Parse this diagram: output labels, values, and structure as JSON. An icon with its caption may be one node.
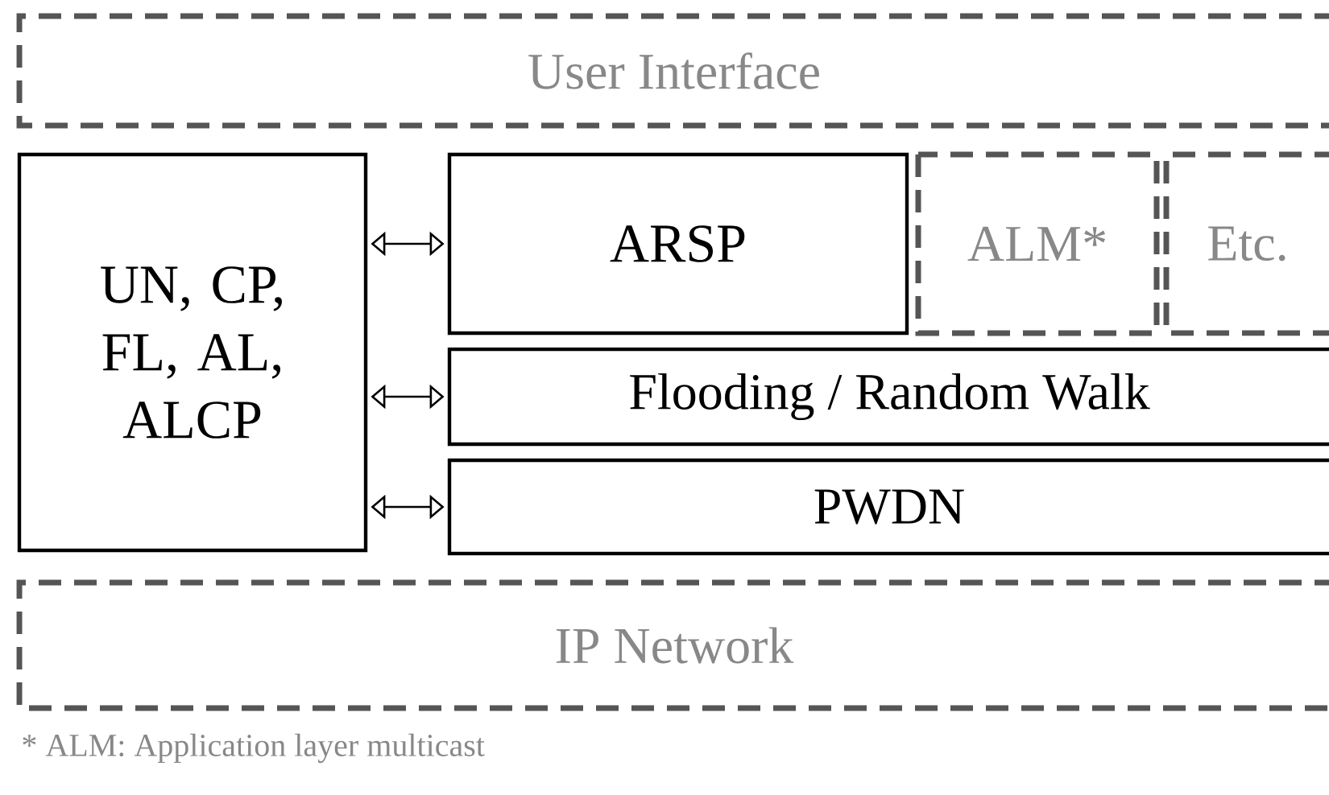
{
  "diagram": {
    "nodes": [
      {
        "text": [
          "User Interface"
        ]
      },
      {
        "text": [
          "UN, CP, FL, AL, ALCP"
        ]
      },
      {
        "text": [
          "ARSP"
        ]
      },
      {
        "text": [
          "ALM*"
        ]
      },
      {
        "text": [
          "Etc."
        ]
      },
      {
        "text": [
          "Flooding / Random Walk"
        ]
      },
      {
        "text": [
          "PWDN"
        ]
      },
      {
        "text": [
          "IP Network"
        ]
      }
    ],
    "edges": [
      {
        "from": 1,
        "to": 2,
        "arrow": "both"
      },
      {
        "from": 1,
        "to": 5,
        "arrow": "both"
      },
      {
        "from": 1,
        "to": 6,
        "arrow": "both"
      }
    ],
    "labels": [
      "* ALM: Application layer multicast"
    ]
  }
}
